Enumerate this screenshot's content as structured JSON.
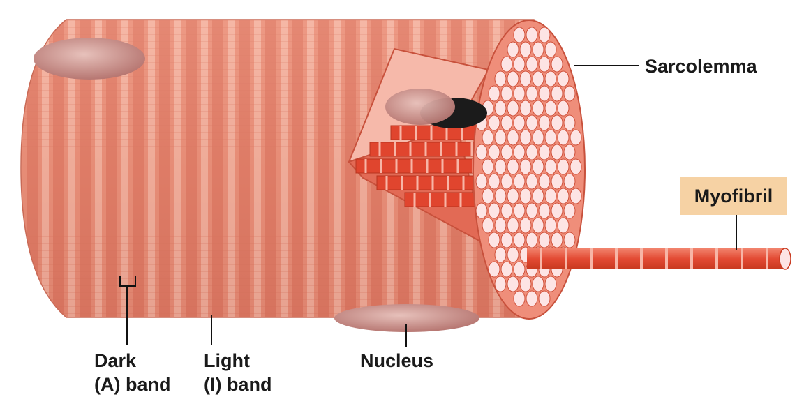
{
  "labels": {
    "sarcolemma": "Sarcolemma",
    "myofibril": "Myofibril",
    "nucleus": "Nucleus",
    "dark_band_line1": "Dark",
    "dark_band_line2": "(A) band",
    "light_band_line1": "Light",
    "light_band_line2": "(I) band"
  },
  "colors": {
    "fiber_base": "#e9907a",
    "fiber_dark_stripe": "#d46a55",
    "fiber_light_stripe": "#f6c2b2",
    "fibril_face": "#fde4e4",
    "fibril_red": "#e0452e",
    "nucleus": "#c98f8a",
    "myofibril_label_bg": "#f6d2a4"
  }
}
